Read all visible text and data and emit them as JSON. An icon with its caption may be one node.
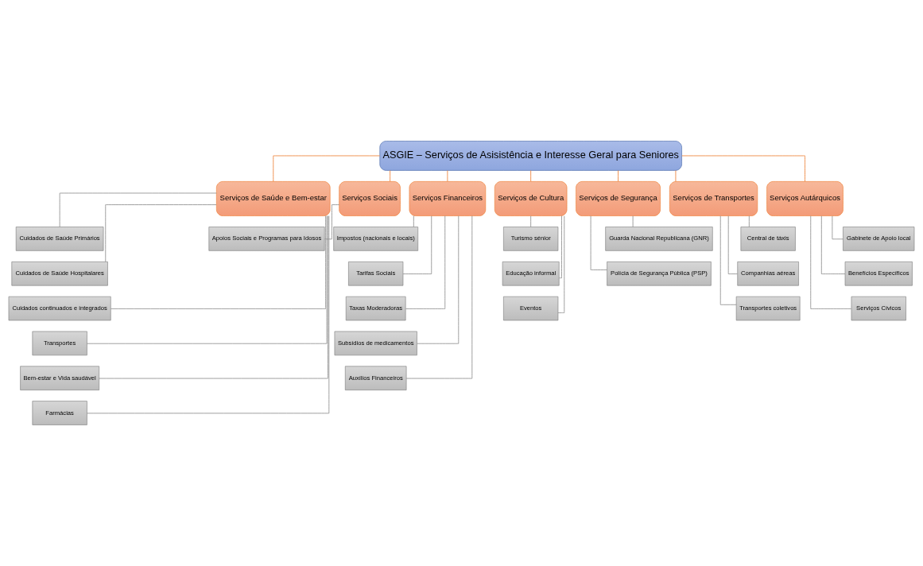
{
  "diagram": {
    "nodes": [
      {
        "text": [
          "ASGIE – Serviços de Asisistência e Interesse Geral para Seniores"
        ]
      },
      {
        "text": [
          "Serviços de Saúde e Bem-estar"
        ]
      },
      {
        "text": [
          "Serviços Sociais"
        ]
      },
      {
        "text": [
          "Serviços Financeiros"
        ]
      },
      {
        "text": [
          "Serviços de Cultura"
        ]
      },
      {
        "text": [
          "Serviços de Segurança"
        ]
      },
      {
        "text": [
          "Serviços de Transportes"
        ]
      },
      {
        "text": [
          "Serviços Autárquicos"
        ]
      },
      {
        "text": [
          "Cuidados de Saúde Primários"
        ]
      },
      {
        "text": [
          "Cuidados de Saúde Hospitalares"
        ]
      },
      {
        "text": [
          "Cuidados continuados e integrados"
        ]
      },
      {
        "text": [
          "Transportes"
        ]
      },
      {
        "text": [
          "Bem-estar e Vida saudável"
        ]
      },
      {
        "text": [
          "Farmácias"
        ]
      },
      {
        "text": [
          "Apoios Sociais e Programas para Idosos"
        ]
      },
      {
        "text": [
          "Impostos (nacionais e locais)"
        ]
      },
      {
        "text": [
          "Tarifas Sociais"
        ]
      },
      {
        "text": [
          "Taxas Moderadoras"
        ]
      },
      {
        "text": [
          "Subsídios de medicamentos"
        ]
      },
      {
        "text": [
          "Auxílios Financeiros"
        ]
      },
      {
        "text": [
          "Turismo sénior"
        ]
      },
      {
        "text": [
          "Educação informal"
        ]
      },
      {
        "text": [
          "Eventos"
        ]
      },
      {
        "text": [
          "Guarda Nacional Republicana (GNR)"
        ]
      },
      {
        "text": [
          "Polícia de Segurança Pública (PSP)"
        ]
      },
      {
        "text": [
          "Central de táxis"
        ]
      },
      {
        "text": [
          "Companhias aéreas"
        ]
      },
      {
        "text": [
          "Transportes coletivos"
        ]
      },
      {
        "text": [
          "Gabinete de Apoio local"
        ]
      },
      {
        "text": [
          "Benefícios Específicos"
        ]
      },
      {
        "text": [
          "Serviços Cívicos"
        ]
      }
    ],
    "edges": [
      {
        "from": 0,
        "to": 1,
        "arrow": "none",
        "color": "#ed7d31"
      },
      {
        "from": 0,
        "to": 2,
        "arrow": "none",
        "color": "#ed7d31"
      },
      {
        "from": 0,
        "to": 3,
        "arrow": "none",
        "color": "#ed7d31"
      },
      {
        "from": 0,
        "to": 4,
        "arrow": "none",
        "color": "#ed7d31"
      },
      {
        "from": 0,
        "to": 5,
        "arrow": "none",
        "color": "#ed7d31"
      },
      {
        "from": 0,
        "to": 6,
        "arrow": "none",
        "color": "#ed7d31"
      },
      {
        "from": 0,
        "to": 7,
        "arrow": "none",
        "color": "#ed7d31"
      },
      {
        "from": 1,
        "to": 8,
        "arrow": "none"
      },
      {
        "from": 1,
        "to": 9,
        "arrow": "none"
      },
      {
        "from": 1,
        "to": 10,
        "arrow": "none"
      },
      {
        "from": 1,
        "to": 11,
        "arrow": "none"
      },
      {
        "from": 1,
        "to": 12,
        "arrow": "none"
      },
      {
        "from": 1,
        "to": 13,
        "arrow": "none"
      },
      {
        "from": 2,
        "to": 14,
        "arrow": "none"
      },
      {
        "from": 3,
        "to": 15,
        "arrow": "none"
      },
      {
        "from": 3,
        "to": 16,
        "arrow": "none"
      },
      {
        "from": 3,
        "to": 17,
        "arrow": "none"
      },
      {
        "from": 3,
        "to": 18,
        "arrow": "none"
      },
      {
        "from": 3,
        "to": 19,
        "arrow": "none"
      },
      {
        "from": 4,
        "to": 20,
        "arrow": "none"
      },
      {
        "from": 4,
        "to": 21,
        "arrow": "none"
      },
      {
        "from": 4,
        "to": 22,
        "arrow": "none"
      },
      {
        "from": 5,
        "to": 23,
        "arrow": "none"
      },
      {
        "from": 5,
        "to": 24,
        "arrow": "none"
      },
      {
        "from": 6,
        "to": 25,
        "arrow": "none"
      },
      {
        "from": 6,
        "to": 26,
        "arrow": "none"
      },
      {
        "from": 6,
        "to": 27,
        "arrow": "none"
      },
      {
        "from": 7,
        "to": 28,
        "arrow": "none"
      },
      {
        "from": 7,
        "to": 29,
        "arrow": "none"
      },
      {
        "from": 7,
        "to": 30,
        "arrow": "none"
      }
    ]
  }
}
